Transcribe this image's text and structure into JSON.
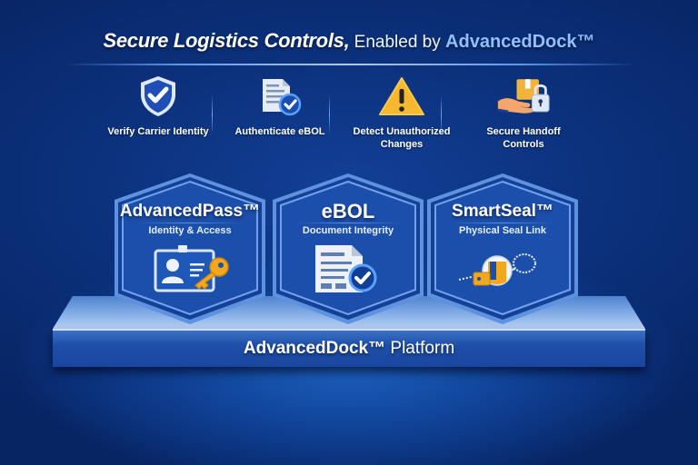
{
  "header": {
    "title_bold": "Secure Logistics Controls,",
    "title_regular": " Enabled by ",
    "title_brand": "AdvancedDock™"
  },
  "features": [
    {
      "label": "Verify Carrier Identity",
      "icon": "shield-check-icon"
    },
    {
      "label": "Authenticate eBOL",
      "icon": "document-check-icon"
    },
    {
      "label": "Detect Unauthorized Changes",
      "icon": "warning-icon"
    },
    {
      "label": "Secure Handoff Controls",
      "icon": "hand-package-lock-icon"
    }
  ],
  "modules": [
    {
      "title": "AdvancedPass™",
      "subtitle": "Identity & Access",
      "icon": "id-badge-key-icon"
    },
    {
      "title": "eBOL",
      "subtitle": "Document Integrity",
      "icon": "document-check-icon"
    },
    {
      "title": "SmartSeal™",
      "subtitle": "Physical Seal Link",
      "icon": "seal-lock-icon"
    }
  ],
  "platform": {
    "name": "AdvancedDock™",
    "suffix": " Platform"
  },
  "colors": {
    "background": "#0b2f78",
    "accent_blue": "#8fc0ff",
    "hex_fill": "#1a4aa6",
    "hex_border": "#7fb0f2",
    "warning_yellow": "#f5b82e",
    "key_gold": "#f2a81d"
  }
}
